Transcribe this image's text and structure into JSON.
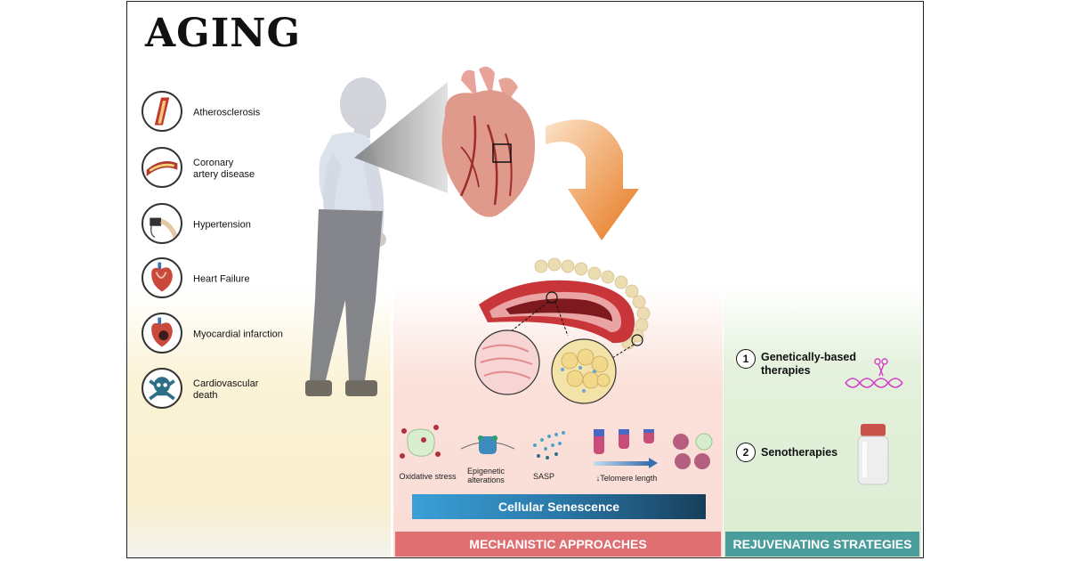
{
  "title": "AGING",
  "diseases": [
    {
      "label": "Atherosclerosis",
      "icon": "artery-plaque-icon"
    },
    {
      "label": "Coronary\nartery disease",
      "icon": "coronary-artery-icon"
    },
    {
      "label": "Hypertension",
      "icon": "blood-pressure-cuff-icon"
    },
    {
      "label": "Heart Failure",
      "icon": "failing-heart-icon"
    },
    {
      "label": "Myocardial infarction",
      "icon": "infarcted-heart-icon"
    },
    {
      "label": "Cardiovascular\ndeath",
      "icon": "skull-crossbones-icon"
    }
  ],
  "mechanisms": [
    {
      "label": "Oxidative stress"
    },
    {
      "label": "Epigenetic\nalterations"
    },
    {
      "label": "SASP"
    },
    {
      "label": "↓Telomere length"
    }
  ],
  "cellular_senescence": "Cellular Senescence",
  "sections": {
    "mechanistic": "MECHANISTIC APPROACHES",
    "rejuvenating": "REJUVENATING STRATEGIES"
  },
  "strategies": [
    {
      "number": "1",
      "label": "Genetically-based\ntherapies"
    },
    {
      "number": "2",
      "label": "Senotherapies"
    }
  ],
  "colors": {
    "heart": "#d98b7f",
    "artery": "#c0392b",
    "arrow": "#e8872a",
    "mechanistic_bar": "#e06f72",
    "rejuvenating_bar": "#4a9d9b"
  }
}
